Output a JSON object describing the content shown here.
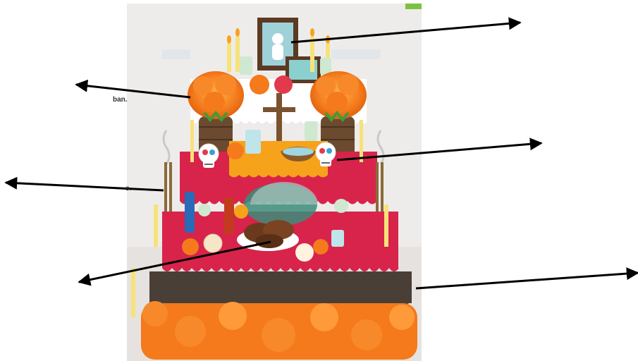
{
  "background_text": {
    "fragment_1": "ban.",
    "fragment_2": "s."
  },
  "colors": {
    "arrow": "#000000",
    "marigold": "#f47a1c",
    "tablecloth_red": "#d8234b",
    "tablecloth_orange": "#f7a21b",
    "altar_base": "#4a3f37"
  },
  "icons": {
    "photo_frame": "photo-frame-icon",
    "marigold_bouquet": "marigold-bouquet-icon",
    "sugar_skull": "sugar-skull-icon",
    "incense": "incense-icon",
    "bread": "pan-de-muerto-icon",
    "cross": "cross-icon",
    "candle": "candle-icon"
  },
  "arrows": [
    {
      "id": "arrow-photo"
    },
    {
      "id": "arrow-marigold"
    },
    {
      "id": "arrow-incense"
    },
    {
      "id": "arrow-skull"
    },
    {
      "id": "arrow-bread"
    },
    {
      "id": "arrow-tablecloth"
    }
  ]
}
